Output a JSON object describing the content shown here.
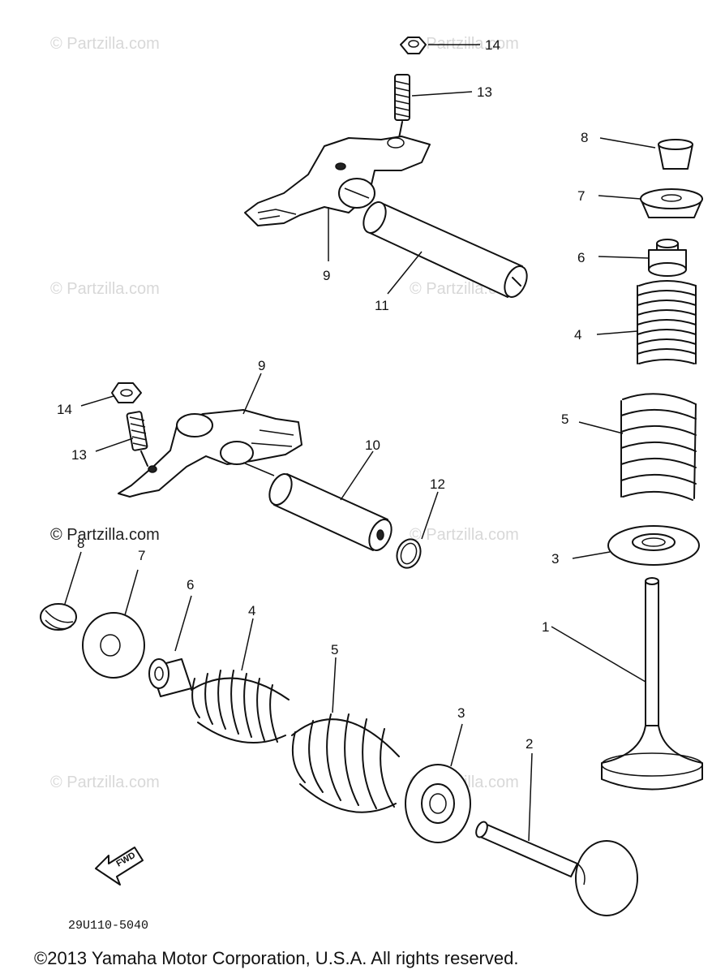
{
  "watermark": "© Partzilla.com",
  "diagram_code": "29U110-5040",
  "copyright": "©2013 Yamaha Motor Corporation, U.S.A. All rights reserved.",
  "direction_label": "FWD",
  "callouts": {
    "top_14": "14",
    "top_13": "13",
    "top_9": "9",
    "top_11": "11",
    "r_8": "8",
    "r_7": "7",
    "r_6": "6",
    "r_4": "4",
    "r_5": "5",
    "r_3": "3",
    "r_1": "1",
    "m_9": "9",
    "m_14": "14",
    "m_13": "13",
    "m_10": "10",
    "m_12": "12",
    "b_8": "8",
    "b_7": "7",
    "b_6": "6",
    "b_4": "4",
    "b_5": "5",
    "b_3": "3",
    "b_2": "2"
  }
}
